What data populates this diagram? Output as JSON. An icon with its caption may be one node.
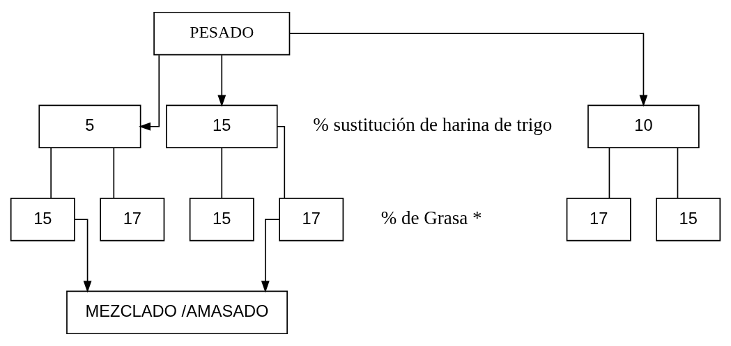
{
  "diagram": {
    "nodes": [
      {
        "text": [
          "PESADO"
        ]
      },
      {
        "text": [
          "5"
        ]
      },
      {
        "text": [
          "10"
        ]
      },
      {
        "text": [
          "15"
        ]
      },
      {
        "text": [
          "15"
        ]
      },
      {
        "text": [
          "17"
        ]
      },
      {
        "text": [
          "15"
        ]
      },
      {
        "text": [
          "17"
        ]
      },
      {
        "text": [
          "15"
        ]
      },
      {
        "text": [
          "17"
        ]
      },
      {
        "text": [
          "MEZCLADO /AMASADO"
        ]
      }
    ],
    "edges": [
      {
        "from": 0,
        "to": 1,
        "arrow": "to"
      },
      {
        "from": 0,
        "to": 2,
        "arrow": "to"
      },
      {
        "from": 0,
        "to": 3,
        "arrow": "to"
      },
      {
        "from": 1,
        "to": 4,
        "arrow": "none"
      },
      {
        "from": 1,
        "to": 5,
        "arrow": "none"
      },
      {
        "from": 2,
        "to": 6,
        "arrow": "none"
      },
      {
        "from": 2,
        "to": 7,
        "arrow": "none"
      },
      {
        "from": 3,
        "to": 8,
        "arrow": "none"
      },
      {
        "from": 3,
        "to": 9,
        "arrow": "none"
      },
      {
        "from": 4,
        "to": 10,
        "arrow": "to"
      },
      {
        "from": 9,
        "to": 10,
        "arrow": "to"
      }
    ],
    "labels": [
      "% sustitución de harina de trigo",
      "% de Grasa *"
    ]
  }
}
